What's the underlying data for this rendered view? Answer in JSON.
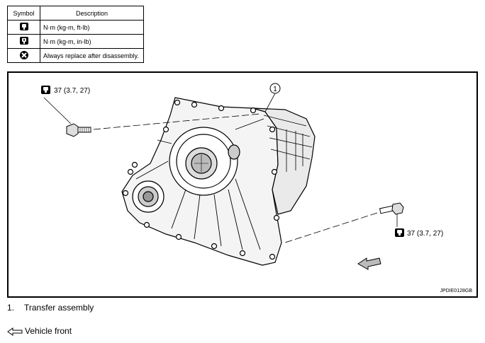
{
  "legend": {
    "header_symbol": "Symbol",
    "header_description": "Description",
    "rows": [
      {
        "icon": "torque-wrench-icon",
        "description": "N·m (kg-m, ft-lb)"
      },
      {
        "icon": "torque-wrench-inlb-icon",
        "description": "N·m (kg-m, in-lb)"
      },
      {
        "icon": "always-replace-icon",
        "description": "Always replace after disassembly."
      }
    ]
  },
  "figure": {
    "callout_number": "1",
    "torque_top": "37 (3.7, 27)",
    "torque_bottom": "37 (3.7, 27)",
    "figure_code": "JPDIE0128GB"
  },
  "captions": {
    "item_number": "1.",
    "item_label": "Transfer assembly",
    "vehicle_front": "Vehicle front"
  }
}
